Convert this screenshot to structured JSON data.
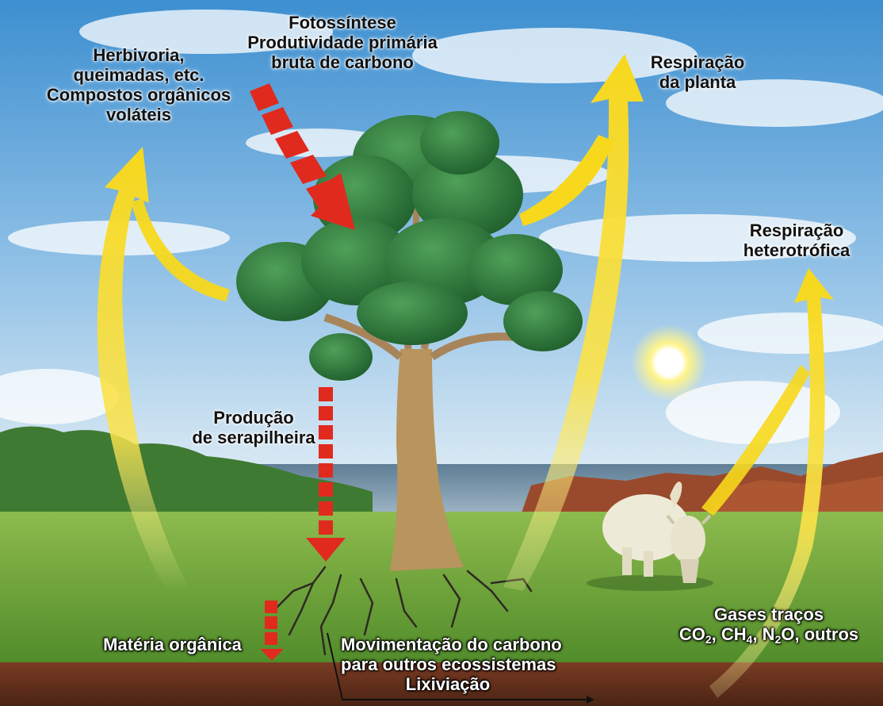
{
  "labels": {
    "photosynthesis": [
      "Fotossíntese",
      "Produtividade primária",
      "bruta de carbono"
    ],
    "herbivory": [
      "Herbivoria,",
      "queimadas, etc.",
      "Compostos orgânicos",
      "voláteis"
    ],
    "plant_respiration": [
      "Respiração",
      "da planta"
    ],
    "heterotrophic_respiration": [
      "Respiração",
      "heterotrófica"
    ],
    "litter_production": [
      "Produção",
      "de serapilheira"
    ],
    "organic_matter": "Matéria orgânica",
    "carbon_movement": [
      "Movimentação do carbono",
      "para outros ecossistemas",
      "Lixiviação"
    ],
    "trace_gases": {
      "title": "Gases traços",
      "co2": "CO",
      "co2_sub": "2",
      "ch4": "CH",
      "ch4_sub": "4",
      "n2o_n": "N",
      "n2o_sub": "2",
      "n2o_o": "O",
      "others": "outros"
    }
  },
  "colors": {
    "sky_top": "#3d8fd0",
    "sky_bottom": "#d6e9f5",
    "sea": "#6f8fa6",
    "grass": "#6da33c",
    "soil": "#6b3320",
    "canopy": "#2f7a3a",
    "trunk": "#b8955e",
    "red_arrow": "#e02a1e",
    "yellow_arrow": "#f7d81c",
    "sun": "#ffffff"
  },
  "icons": [
    "tree",
    "cow",
    "sun",
    "rocks",
    "roots",
    "clouds"
  ]
}
